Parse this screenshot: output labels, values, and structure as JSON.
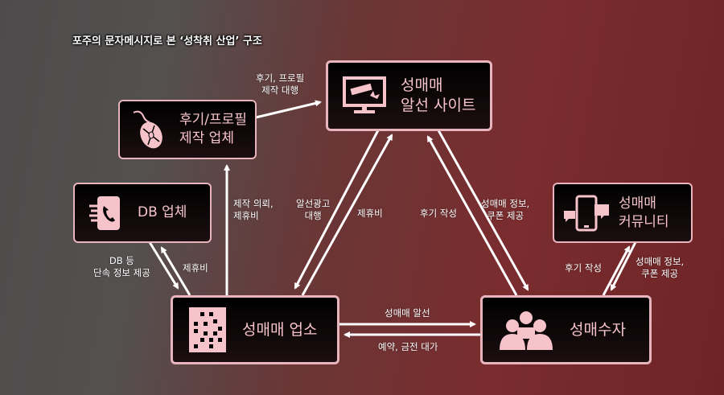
{
  "title": "포주의 문자메시지로 본 ‘성착취 산업’ 구조",
  "nodes": {
    "profile_maker": {
      "line1": "후기/프로필",
      "line2": "제작 업체"
    },
    "site": {
      "line1": "성매매",
      "line2": "알선 사이트"
    },
    "db": {
      "line1": "DB 업체"
    },
    "business": {
      "line1": "성매매 업소"
    },
    "buyer": {
      "line1": "성매수자"
    },
    "community": {
      "line1": "성매매",
      "line2": "커뮤니티"
    }
  },
  "edges": {
    "profile_to_site": {
      "line1": "후기, 프로필",
      "line2": "제작 대행"
    },
    "business_to_profile": {
      "line1": "제작 의뢰,",
      "line2": "제휴비"
    },
    "site_to_business": {
      "line1": "알선광고",
      "line2": "대행"
    },
    "business_to_site": {
      "line1": "제휴비"
    },
    "db_to_business": {
      "line1": "DB 등",
      "line2": "단속 정보 제공"
    },
    "business_to_db": {
      "line1": "제휴비"
    },
    "buyer_to_site": {
      "line1": "후기 작성"
    },
    "site_to_buyer": {
      "line1": "성매매 정보,",
      "line2": "쿠폰 제공"
    },
    "buyer_to_community": {
      "line1": "후기 작성"
    },
    "community_to_buyer": {
      "line1": "성매매 정보,",
      "line2": "쿠폰 제공"
    },
    "business_to_buyer": {
      "line1": "성매매 알선"
    },
    "buyer_to_business": {
      "line1": "예약, 금전 대가"
    }
  },
  "colors": {
    "accent": "#f6c3cb",
    "border": "#e8b4bd",
    "arrow": "#ffffff"
  }
}
